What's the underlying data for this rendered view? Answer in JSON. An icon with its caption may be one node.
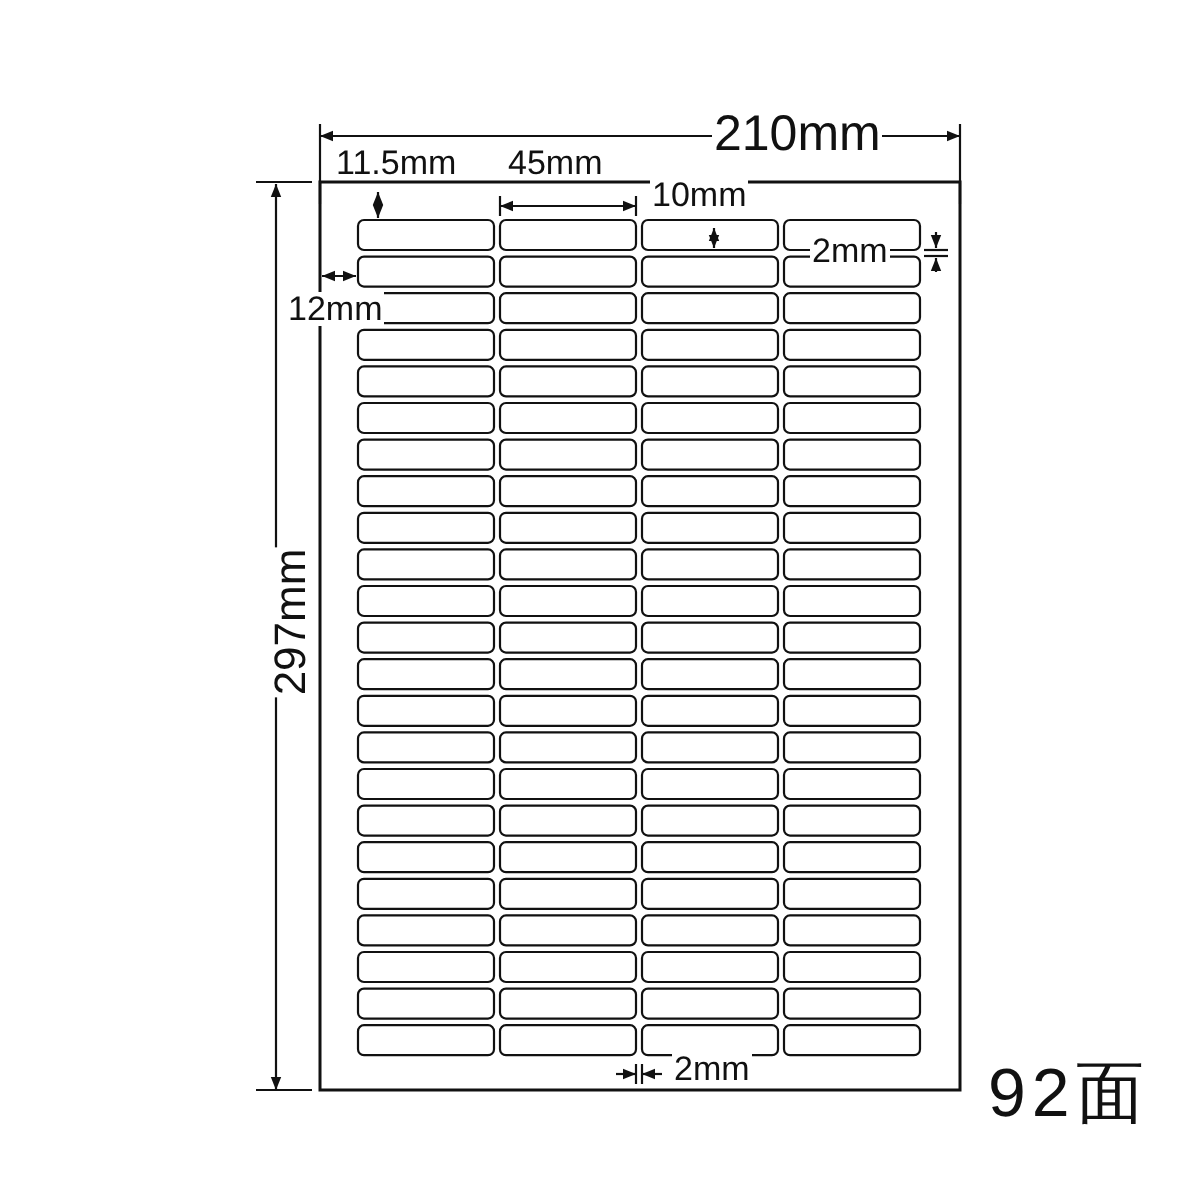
{
  "diagram": {
    "labels": [
      "210mm",
      "11.5mm",
      "45mm",
      "10mm",
      "2mm",
      "12mm",
      "297mm",
      "2mm",
      "92面"
    ]
  }
}
